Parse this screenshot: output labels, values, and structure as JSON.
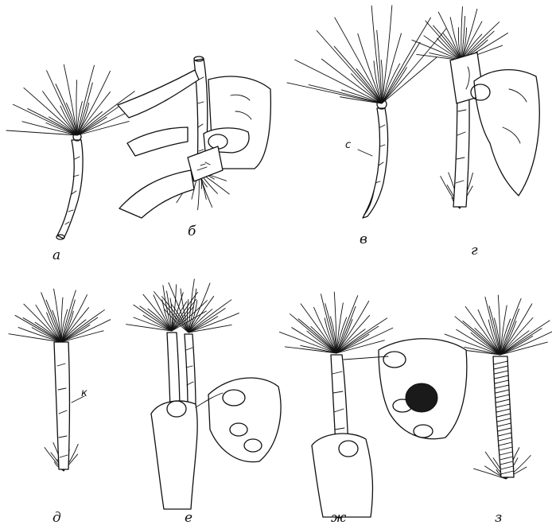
{
  "panels": [
    {
      "id": "a",
      "label": "а"
    },
    {
      "id": "b",
      "label": "б"
    },
    {
      "id": "v",
      "label": "в"
    },
    {
      "id": "g",
      "label": "г"
    },
    {
      "id": "d",
      "label": "д"
    },
    {
      "id": "e",
      "label": "е"
    },
    {
      "id": "zh",
      "label": "ж"
    },
    {
      "id": "z",
      "label": "з"
    }
  ],
  "annotations": {
    "c": "с",
    "k": "к"
  }
}
